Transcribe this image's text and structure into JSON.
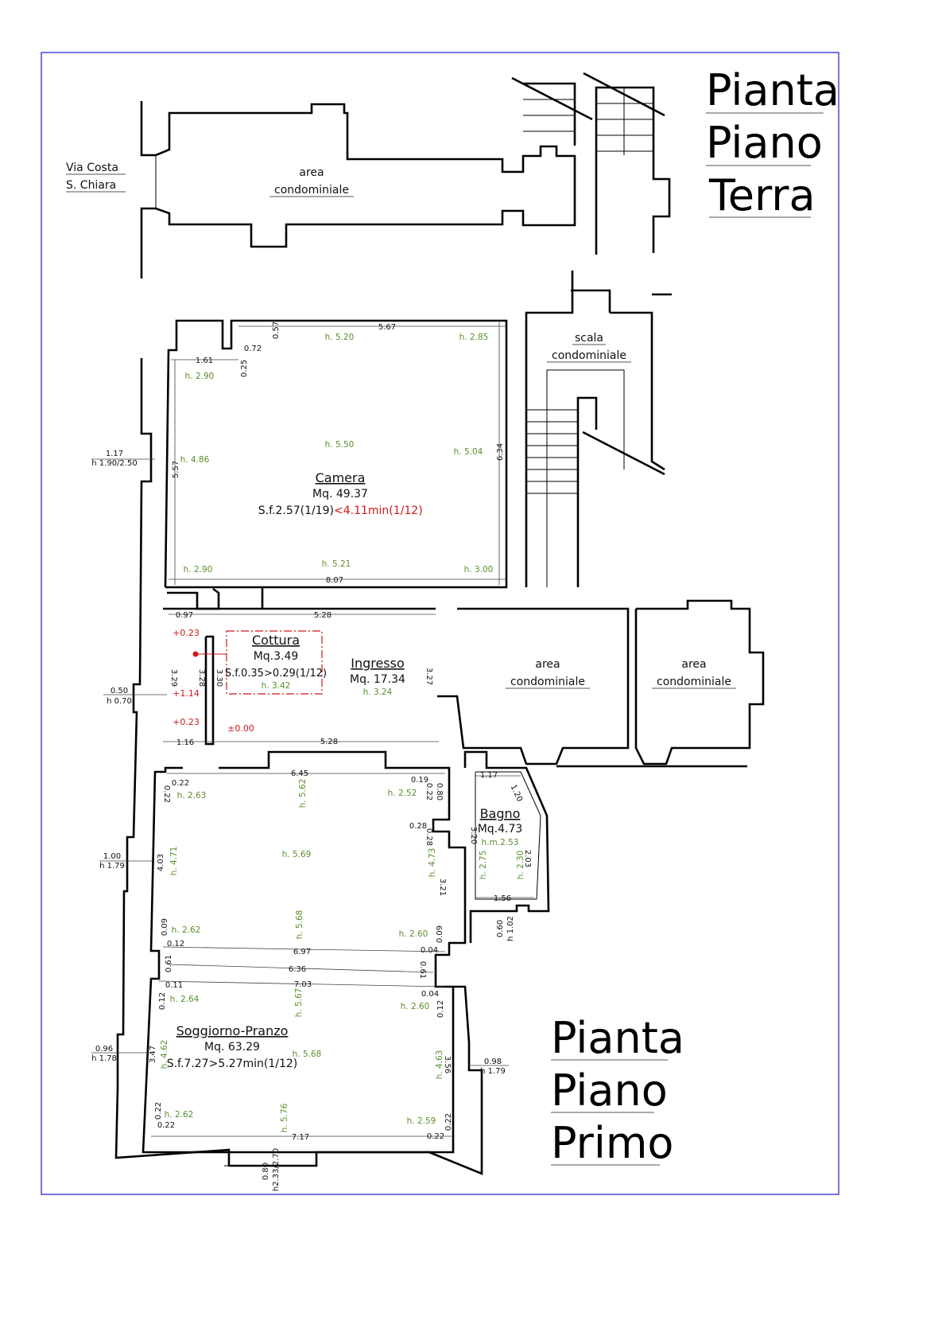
{
  "titles": {
    "ground": [
      "Pianta",
      "Piano",
      "Terra"
    ],
    "first": [
      "Pianta",
      "Piano",
      "Primo"
    ]
  },
  "ground_floor": {
    "street": [
      "Via Costa",
      "S. Chiara"
    ],
    "area": [
      "area",
      "condominiale"
    ]
  },
  "first_floor": {
    "scala": [
      "scala",
      "condominiale"
    ],
    "area_1": [
      "area",
      "condominiale"
    ],
    "area_2": [
      "area",
      "condominiale"
    ]
  },
  "camera": {
    "name": "Camera",
    "area": "Mq. 49.37",
    "sf": "S.f.2.57(1/19)",
    "sf_min": "<4.11min(1/12)",
    "heights": [
      "h. 5.20",
      "h. 2.85",
      "h. 2.90",
      "h. 5.50",
      "h. 5.04",
      "h. 4.86",
      "h. 2.90",
      "h. 5.21",
      "h. 3.00"
    ],
    "dims": [
      "5.67",
      "0.57",
      "0.72",
      "1.61",
      "0.25",
      "5.57",
      "6.34",
      "8.07"
    ],
    "window": [
      "1.17",
      "h 1.90/2.50"
    ]
  },
  "cottura": {
    "name": "Cottura",
    "area": "Mq.3.49",
    "sf": "S.f.0.35>0.29(1/12)",
    "height": "h. 3.42",
    "levels": [
      "+0.23",
      "+1.14",
      "+0.23",
      "±0.00"
    ],
    "dims": [
      "0.97",
      "5.28",
      "3.29",
      "3.28",
      "3.30",
      "1.16",
      "5.28"
    ],
    "window": [
      "0.50",
      "h 0.70"
    ]
  },
  "ingresso": {
    "name": "Ingresso",
    "area": "Mq. 17.34",
    "height": "h. 3.24",
    "dims": [
      "3.27"
    ]
  },
  "soggiorno": {
    "name": "Soggiorno-Pranzo",
    "area": "Mq. 63.29",
    "sf": "S.f.7.27>5.27min(1/12)",
    "heights": [
      "h. 2.63",
      "h. 5.62",
      "h. 2.52",
      "h. 5.69",
      "h. 4.71",
      "h. 4.73",
      "h. 2.62",
      "h. 5.68",
      "h. 2.60",
      "h. 2.64",
      "h. 5.67",
      "h. 2.60",
      "h. 5.68",
      "h. 4.62",
      "h. 4.63",
      "h. 2.62",
      "h. 5.76",
      "h. 2.59"
    ],
    "dims": [
      "6.45",
      "0.22",
      "0.22",
      "0.19",
      "0.22",
      "0.80",
      "0.28",
      "0.28",
      "4.03",
      "3.21",
      "0.09",
      "0.09",
      "0.12",
      "6.97",
      "0.04",
      "0.61",
      "6.36",
      "0.61",
      "7.03",
      "0.11",
      "0.04",
      "0.12",
      "0.12",
      "3.47",
      "3.56",
      "0.22",
      "0.22",
      "0.22",
      "0.22",
      "7.17",
      "0.80",
      "h2.33/2.70"
    ],
    "window_1": [
      "1.00",
      "h 1.79"
    ],
    "window_2": [
      "0.96",
      "h 1.78"
    ],
    "window_3": [
      "0.98",
      "h 1.79"
    ]
  },
  "bagno": {
    "name": "Bagno",
    "area": "Mq.4.73",
    "height_avg": "h.m.2.53",
    "heights": [
      "h. 2.75",
      "h. 2.30"
    ],
    "dims": [
      "1.17",
      "1.20",
      "3.20",
      "2.03",
      "1.56",
      "0.60",
      "h 1.02"
    ]
  },
  "colors": {
    "border": "#1a1acc",
    "height_text": "#5a8f2e",
    "level_text": "#d01818"
  }
}
